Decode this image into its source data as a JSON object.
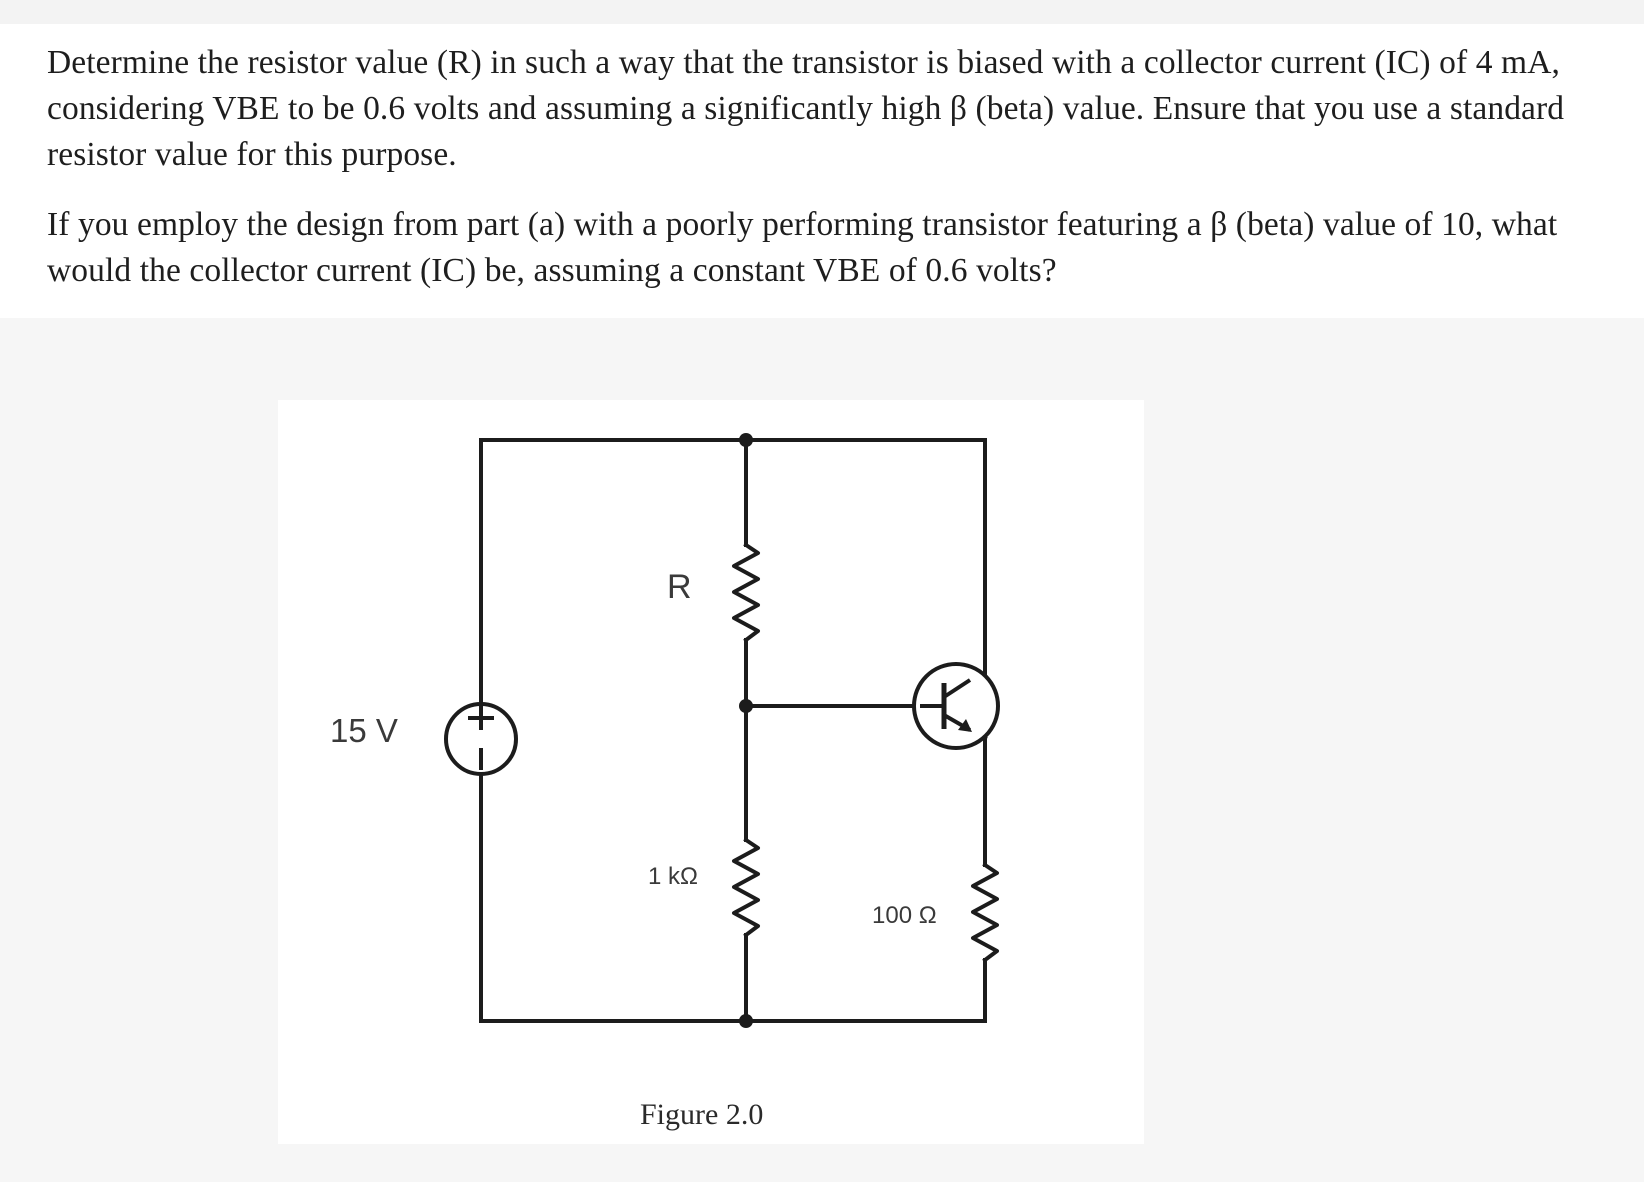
{
  "question": {
    "part_a": "Determine the resistor value (R) in such a way that the transistor is biased with a collector current (IC) of 4 mA, considering VBE to be 0.6 volts and assuming a significantly high β (beta) value. Ensure that you use a standard resistor value for this purpose.",
    "part_b": "If you employ the design from part (a) with a poorly performing transistor featuring a β (beta) value of 10, what would the collector current (IC) be, assuming a constant VBE of 0.6 volts?"
  },
  "figure": {
    "source_label": "15 V",
    "source_plus": "+",
    "source_minus": "−",
    "resistor_r_label": "R",
    "resistor_1k_label": "1 kΩ",
    "resistor_100_label": "100 Ω",
    "caption": "Figure 2.0"
  }
}
